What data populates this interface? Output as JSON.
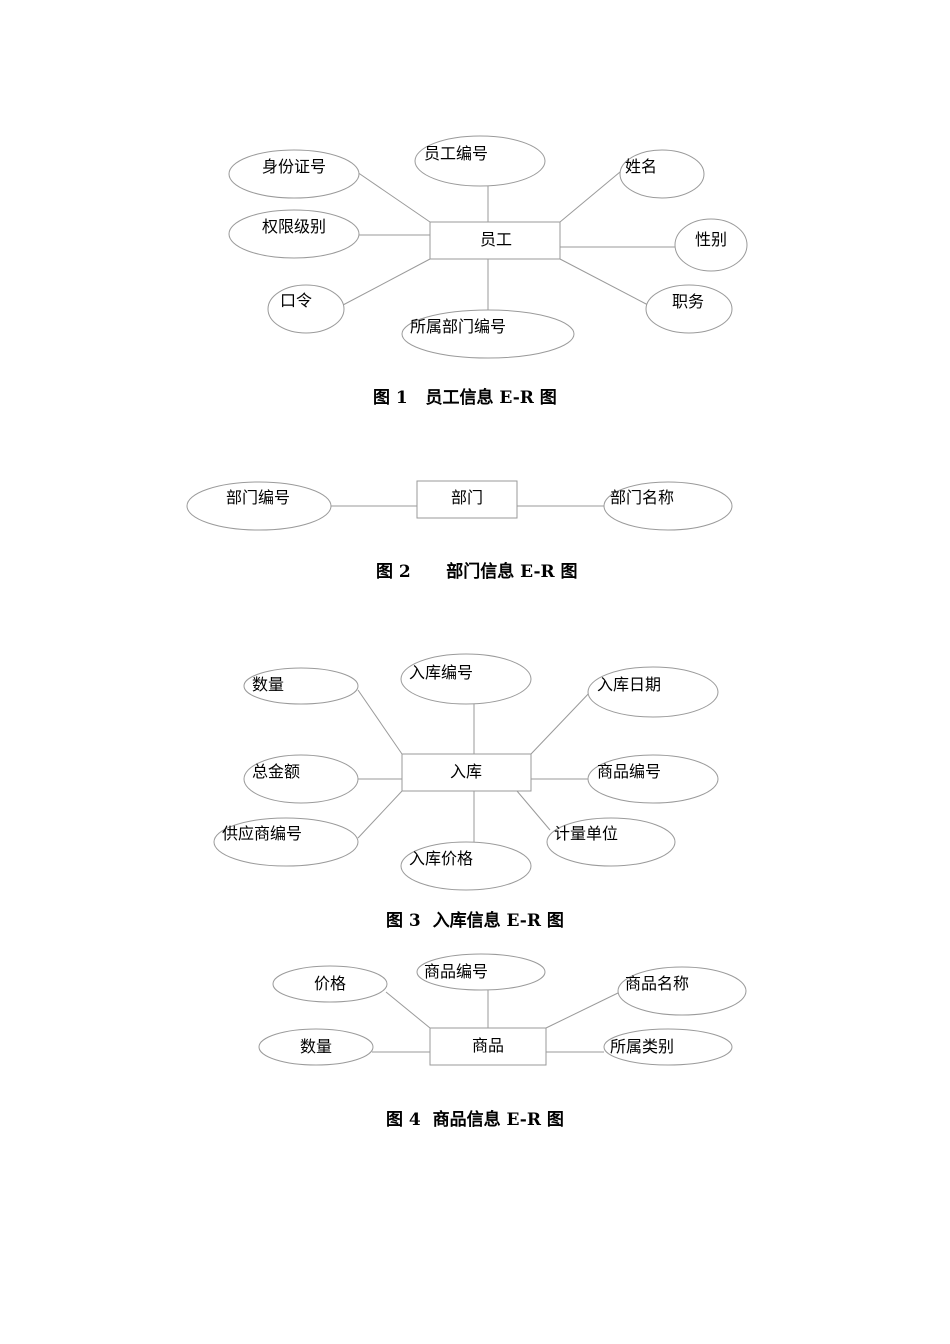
{
  "diagrams": [
    {
      "entity": "员工",
      "attributes": [
        "员工编号",
        "身份证号",
        "姓名",
        "权限级别",
        "性别",
        "口令",
        "职务",
        "所属部门编号"
      ],
      "caption": "图 1   员工信息 E-R 图"
    },
    {
      "entity": "部门",
      "attributes": [
        "部门编号",
        "部门名称"
      ],
      "caption": "图 2      部门信息 E-R 图"
    },
    {
      "entity": "入库",
      "attributes": [
        "入库编号",
        "数量",
        "入库日期",
        "总金额",
        "商品编号",
        "供应商编号",
        "计量单位",
        "入库价格"
      ],
      "caption": "图 3  入库信息 E-R 图"
    },
    {
      "entity": "商品",
      "attributes": [
        "商品编号",
        "价格",
        "商品名称",
        "数量",
        "所属类别"
      ],
      "caption": "图 4  商品信息 E-R 图"
    }
  ]
}
